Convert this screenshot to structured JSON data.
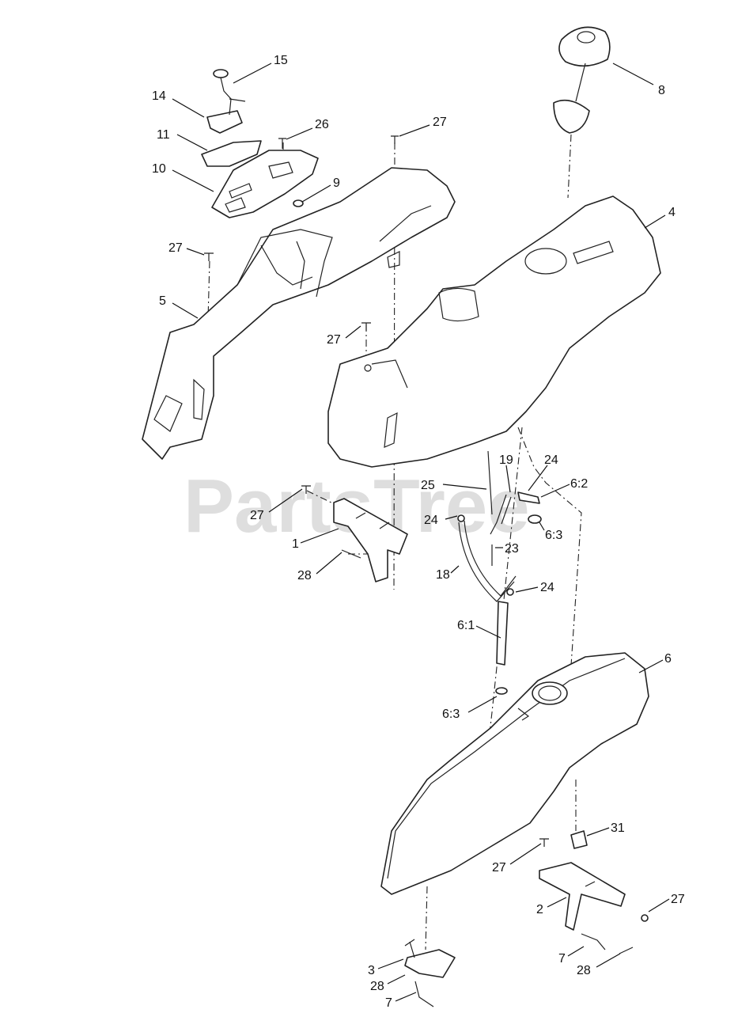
{
  "watermark": "PartsTree",
  "callouts": [
    {
      "id": "c15",
      "label": "15"
    },
    {
      "id": "c14",
      "label": "14"
    },
    {
      "id": "c11",
      "label": "11"
    },
    {
      "id": "c26",
      "label": "26"
    },
    {
      "id": "c10",
      "label": "10"
    },
    {
      "id": "c27a",
      "label": "27"
    },
    {
      "id": "c9",
      "label": "9"
    },
    {
      "id": "c8",
      "label": "8"
    },
    {
      "id": "c4",
      "label": "4"
    },
    {
      "id": "c27b",
      "label": "27"
    },
    {
      "id": "c5",
      "label": "5"
    },
    {
      "id": "c27c",
      "label": "27"
    },
    {
      "id": "c19",
      "label": "19"
    },
    {
      "id": "c24a",
      "label": "24"
    },
    {
      "id": "c25",
      "label": "25"
    },
    {
      "id": "c62",
      "label": "6:2"
    },
    {
      "id": "c27d",
      "label": "27"
    },
    {
      "id": "c24b",
      "label": "24"
    },
    {
      "id": "c63a",
      "label": "6:3"
    },
    {
      "id": "c1",
      "label": "1"
    },
    {
      "id": "c23",
      "label": "23"
    },
    {
      "id": "c28a",
      "label": "28"
    },
    {
      "id": "c18",
      "label": "18"
    },
    {
      "id": "c24c",
      "label": "24"
    },
    {
      "id": "c61",
      "label": "6:1"
    },
    {
      "id": "c6",
      "label": "6"
    },
    {
      "id": "c63b",
      "label": "6:3"
    },
    {
      "id": "c31",
      "label": "31"
    },
    {
      "id": "c27e",
      "label": "27"
    },
    {
      "id": "c27f",
      "label": "27"
    },
    {
      "id": "c2",
      "label": "2"
    },
    {
      "id": "c7a",
      "label": "7"
    },
    {
      "id": "c28b",
      "label": "28"
    },
    {
      "id": "c3",
      "label": "3"
    },
    {
      "id": "c28c",
      "label": "28"
    },
    {
      "id": "c7b",
      "label": "7"
    }
  ]
}
